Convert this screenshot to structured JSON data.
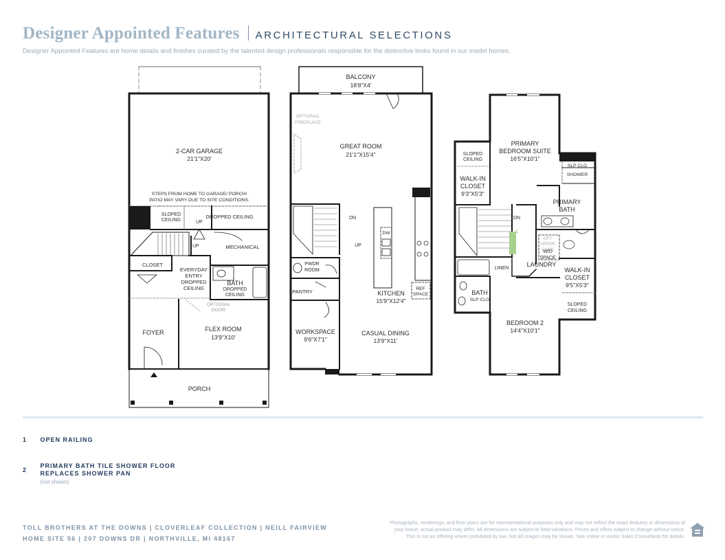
{
  "header": {
    "title": "Designer Appointed Features",
    "subtitle": "ARCHITECTURAL SELECTIONS",
    "description": "Designer Appointed Features are home details and finishes curated by the talented design professionals responsible for the distinctive looks found in our model homes."
  },
  "floor1": {
    "garage_name": "2-CAR GARAGE",
    "garage_dim": "21'1\"X20'",
    "steps_line1": "STEPS FROM HOME TO GARAGE/ PORCH/",
    "steps_line2": "PATIO MAY VARY DUE TO SITE CONDITIONS.",
    "sloped1": "SLOPED",
    "sloped2": "CEILING",
    "up_a": "UP",
    "dropped_ceiling": "DROPPED CEILING",
    "up_b": "UP",
    "mechanical": "MECHANICAL",
    "closet": "CLOSET",
    "everyday1": "EVERYDAY",
    "everyday2": "ENTRY",
    "everyday3": "DROPPED",
    "everyday4": "CEILING",
    "bath": "BATH",
    "bath_dropped1": "DROPPED",
    "bath_dropped2": "CEILING",
    "optional1": "OPTIONAL",
    "optional2": "DOOR",
    "foyer": "FOYER",
    "flex_name": "FLEX ROOM",
    "flex_dim": "13'9\"X10'",
    "porch": "PORCH"
  },
  "floor2": {
    "balcony_name": "BALCONY",
    "balcony_dim": "18'8\"X4'",
    "fireplace1": "OPTIONAL",
    "fireplace2": "FIREPLACE",
    "great_name": "GREAT ROOM",
    "great_dim": "21'1\"X15'4\"",
    "dn": "DN",
    "up": "UP",
    "dw": "DW",
    "pwdr1": "PWDR",
    "pwdr2": "ROOM",
    "pantry": "PANTRY",
    "kitchen_name": "KITCHEN",
    "kitchen_dim": "15'9\"X12'4\"",
    "ref1": "REF",
    "ref2": "SPACE",
    "workspace_name": "WORKSPACE",
    "workspace_dim": "9'6\"X7'1\"",
    "dining_name": "CASUAL DINING",
    "dining_dim": "13'9\"X11'"
  },
  "floor3": {
    "sloped1": "SLOPED",
    "sloped2": "CEILING",
    "suite1": "PRIMARY",
    "suite2": "BEDROOM SUITE",
    "suite_dim": "16'5\"X10'1\"",
    "slp_clg": "SLP CLG",
    "shower": "SHOWER",
    "wic_a1": "WALK-IN",
    "wic_a2": "CLOSET",
    "wic_a_dim": "9'3\"X5'3\"",
    "pbath1": "PRIMARY",
    "pbath2": "BATH",
    "dn": "DN",
    "marker": "1",
    "opt1": "OPT",
    "opt2": "UPPER",
    "opt3": "CABS",
    "wd1": "W/D",
    "wd2": "SPACE",
    "linen": "LINEN",
    "laundry": "LAUNDRY",
    "wic_b1": "WALK-IN",
    "wic_b2": "CLOSET",
    "wic_b_dim": "9'5\"X5'3\"",
    "bath": "BATH",
    "bath_slp": "SLP CLG",
    "sloped_b1": "SLOPED",
    "sloped_b2": "CEILING",
    "bed2_name": "BEDROOM 2",
    "bed2_dim": "14'4\"X10'1\""
  },
  "selections": [
    {
      "number": "1",
      "line1": "OPEN RAILING",
      "line2": "",
      "note": ""
    },
    {
      "number": "2",
      "line1": "PRIMARY BATH TILE SHOWER FLOOR",
      "line2": "REPLACES SHOWER PAN",
      "note": "(not shown)"
    }
  ],
  "footer": {
    "line1": "TOLL BROTHERS AT THE DOWNS | CLOVERLEAF COLLECTION | NEILL FAIRVIEW",
    "line2": "HOME SITE 56 | 207 DOWNS DR | NORTHVILLE, MI 48167",
    "disclaimer1": "Photographs, renderings, and floor plans are for representational purposes only and may not reflect the exact features or dimensions of",
    "disclaimer2": "your home; actual product may differ. All dimensions are subject to field variations. Prices and offers subject to change without notice.",
    "disclaimer3": "This is not an offering where prohibited by law. Not all images may be shown. See online or onsite Sales Consultants for details."
  },
  "colors": {
    "title": "#a3b6c5",
    "subtitle": "#2f4a66",
    "wall": "#1a1a1a",
    "railing_highlight": "#a8d08d",
    "divider": "#dfe7ee"
  },
  "icons": {
    "equal_housing": "equal-housing-opportunity-icon",
    "entry": "entry-triangle-icon"
  }
}
